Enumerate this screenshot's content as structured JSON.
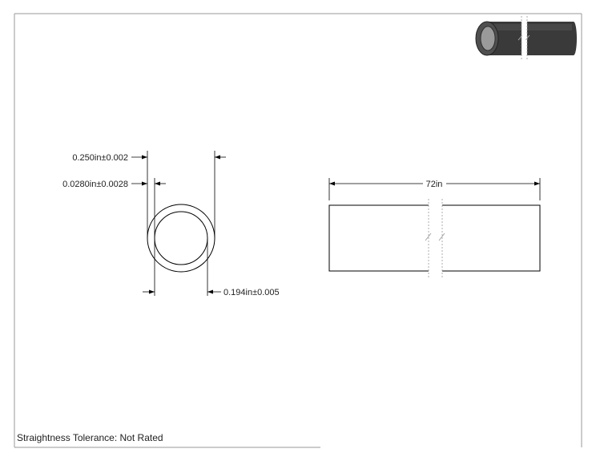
{
  "dimensions": {
    "outer_diameter": "0.250in±0.002",
    "wall_thickness": "0.0280in±0.0028",
    "inner_diameter": "0.194in±0.005",
    "length": "72in"
  },
  "footer": {
    "straightness": "Straightness Tolerance: Not Rated"
  },
  "colors": {
    "line": "#000000",
    "frame": "#9a9a9a",
    "tube_dark": "#3a3a3a",
    "tube_mid": "#4f4f4f"
  }
}
